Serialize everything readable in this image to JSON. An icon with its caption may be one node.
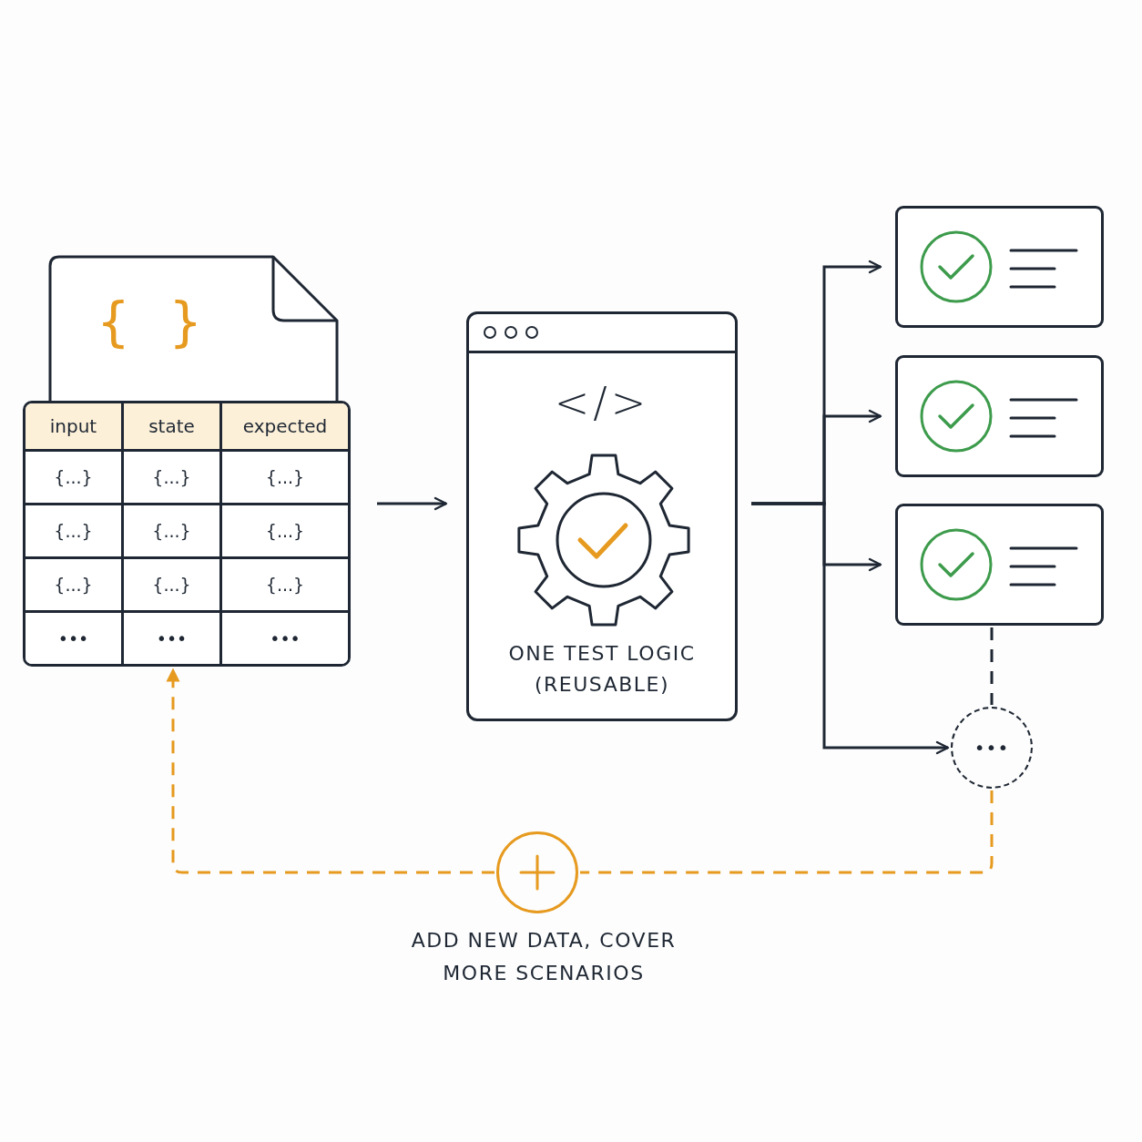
{
  "diagram": {
    "nodes": [
      {
        "text": [
          "{ }",
          "input",
          "state",
          "expected",
          "{...}",
          "{...}",
          "{...}",
          "{...}",
          "{...}",
          "{...}",
          "{...}",
          "{...}",
          "{...}",
          "•••",
          "•••",
          "•••"
        ]
      },
      {
        "text": [
          "</>",
          "ONE TEST LOGIC (REUSABLE)"
        ]
      },
      {
        "text": [],
        "shape": "box"
      },
      {
        "text": [],
        "shape": "box"
      },
      {
        "text": [],
        "shape": "box"
      },
      {
        "text": [
          "•••"
        ]
      },
      {
        "text": [],
        "shape": "circle",
        "beside": [
          "ADD NEW DATA, COVER MORE SCENARIOS"
        ]
      }
    ],
    "edges": [
      {
        "from": 0,
        "to": 1,
        "arrow": "to"
      },
      {
        "from": 1,
        "to": 2,
        "arrow": "to"
      },
      {
        "from": 1,
        "to": 3,
        "arrow": "to"
      },
      {
        "from": 1,
        "to": 4,
        "arrow": "to"
      },
      {
        "from": 1,
        "to": 5,
        "arrow": "to"
      },
      {
        "from": 4,
        "to": 5,
        "arrow": "none",
        "style": "dashed"
      },
      {
        "from": 5,
        "to": 6,
        "arrow": "none",
        "style": "dashed",
        "color": "#e69a1f"
      },
      {
        "from": 6,
        "to": 0,
        "arrow": "to",
        "style": "dashed",
        "color": "#e69a1f"
      }
    ]
  }
}
